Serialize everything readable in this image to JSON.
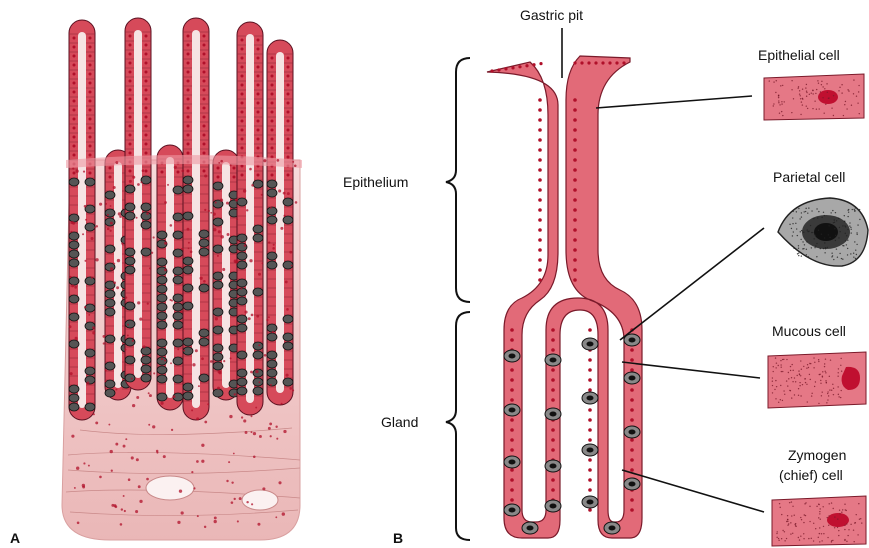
{
  "panels": {
    "a": "A",
    "b": "B"
  },
  "labels": {
    "gastric_pit": "Gastric pit",
    "epithelium": "Epithelium",
    "gland": "Gland",
    "epithelial_cell": "Epithelial cell",
    "parietal_cell": "Parietal cell",
    "mucous_cell": "Mucous cell",
    "zymogen_line1": "Zymogen",
    "zymogen_line2": "(chief) cell"
  },
  "colors": {
    "tissue": "#d64a5a",
    "tissue_light": "#ef9aa3",
    "lamina": "#f3d2d2",
    "nucleus": "#b0102a",
    "parietal_gray": "#9a9a9a",
    "parietal_dark": "#2a2a2a",
    "outline": "#5a1020"
  }
}
